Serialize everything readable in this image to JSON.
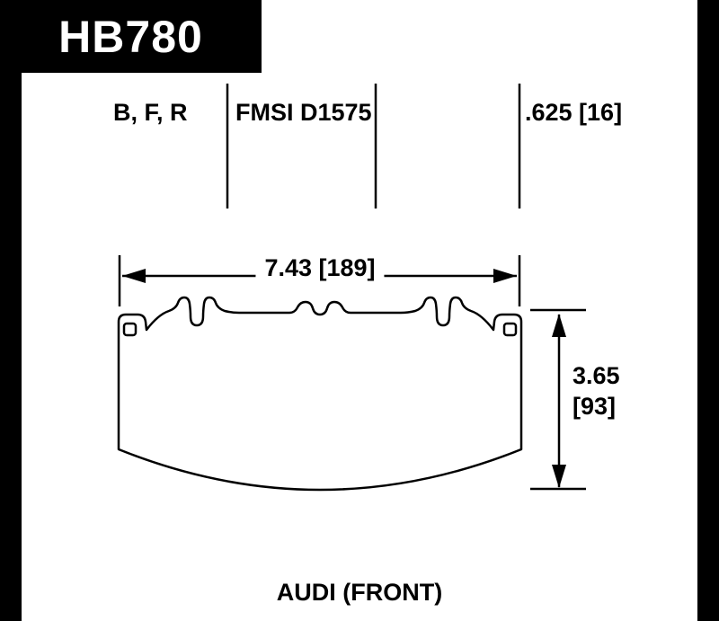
{
  "header": {
    "part_number": "HB780"
  },
  "spec_row": {
    "compounds": "B, F, R",
    "fmsi": "FMSI D1575",
    "thickness": ".625 [16]"
  },
  "dimensions": {
    "width_label": "7.43 [189]",
    "height_value": "3.65",
    "height_bracket": "[93]"
  },
  "footer": {
    "application": "AUDI (FRONT)"
  },
  "colors": {
    "ink": "#000000",
    "paper": "#ffffff",
    "header_bg": "#000000",
    "header_text": "#ffffff"
  }
}
